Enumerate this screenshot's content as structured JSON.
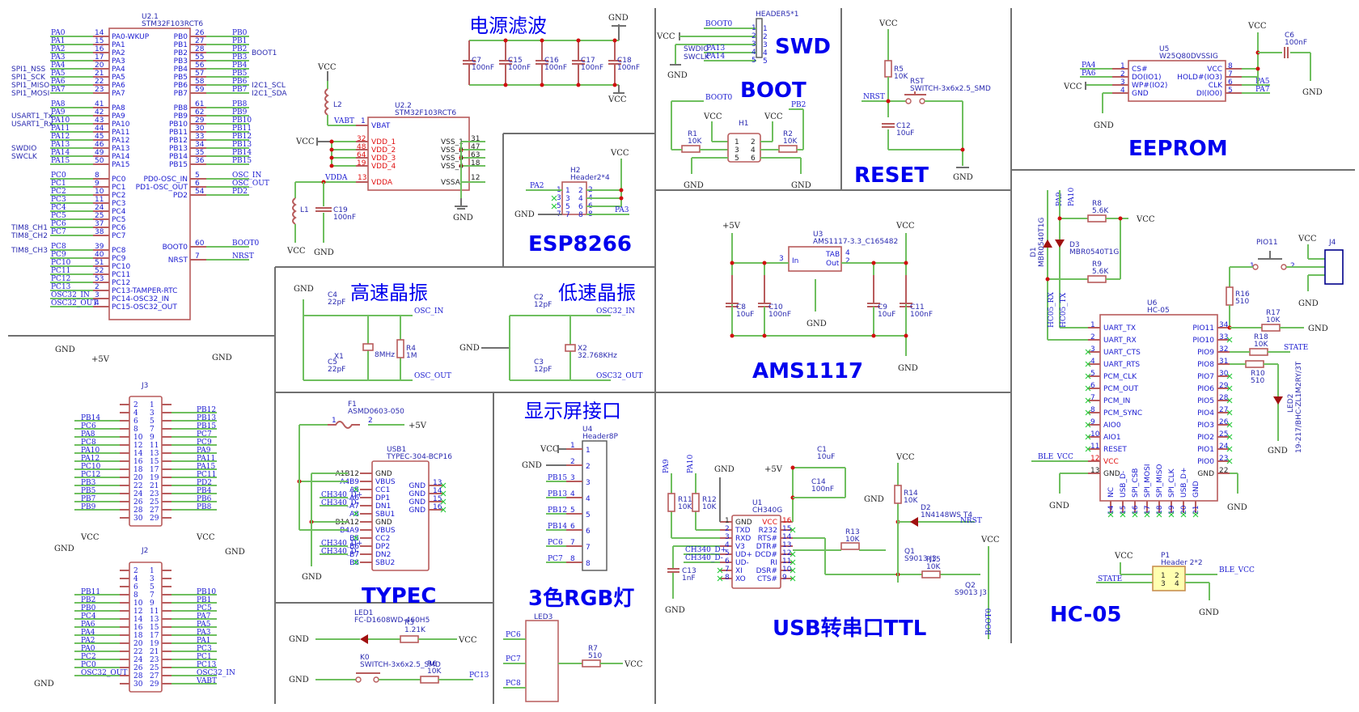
{
  "sections": {
    "power_filter": "电源滤波",
    "swd": "SWD",
    "boot": "BOOT",
    "reset": "RESET",
    "eeprom": "EEPROM",
    "esp8266": "ESP8266",
    "ams1117": "AMS1117",
    "hse": "高速晶振",
    "lse": "低速晶振",
    "typec": "TYPEC",
    "display": "显示屏接口",
    "rgb": "3色RGB灯",
    "usb_ttl": "USB转串口TTL",
    "hc05": "HC-05"
  },
  "nets": {
    "vcc": "VCC",
    "gnd": "GND",
    "p5v": "+5V",
    "nrst": "NRST",
    "boot0": "BOOT0",
    "pb2": "PB2",
    "pa13": "PA13",
    "pa14": "PA14",
    "pa2": "PA2",
    "pa3": "PA3",
    "pa4": "PA4",
    "pa5": "PA5",
    "pa6": "PA6",
    "pa7": "PA7",
    "pa9": "PA9",
    "pa10": "PA10",
    "pc6": "PC6",
    "pc7": "PC7",
    "pc8": "PC8",
    "pc13": "PC13",
    "osc_in": "OSC_IN",
    "osc_out": "OSC_OUT",
    "osc32_in": "OSC32_IN",
    "osc32_out": "OSC32_OUT",
    "vabt": "VABT",
    "vdda": "VDDA",
    "ch340_dp": "CH340_D+",
    "ch340_dm": "CH340_D-",
    "state": "STATE",
    "ble_vcc": "BLE_VCC",
    "hc05_rx": "HC05_RX",
    "hc05_tx": "HC05_TX",
    "swdio": "SWDIO",
    "swclk": "SWCLK",
    "pio11": "PIO11"
  },
  "u21": {
    "ref": "U2.1",
    "part": "STM32F103RCT6",
    "left": [
      {
        "net": "PA0",
        "num": "14",
        "name": "PA0-WKUP",
        "alias": ""
      },
      {
        "net": "PA1",
        "num": "15",
        "name": "PA1",
        "alias": ""
      },
      {
        "net": "PA2",
        "num": "16",
        "name": "PA2",
        "alias": ""
      },
      {
        "net": "PA3",
        "num": "17",
        "name": "PA3",
        "alias": ""
      },
      {
        "net": "PA4",
        "num": "20",
        "name": "PA4",
        "alias": "SPI1_NSS"
      },
      {
        "net": "PA5",
        "num": "21",
        "name": "PA5",
        "alias": "SPI1_SCK"
      },
      {
        "net": "PA6",
        "num": "22",
        "name": "PA6",
        "alias": "SPI1_MISO"
      },
      {
        "net": "PA7",
        "num": "23",
        "name": "PA7",
        "alias": "SPI1_MOSI"
      },
      {
        "net": "PA8",
        "num": "41",
        "name": "PA8",
        "alias": ""
      },
      {
        "net": "PA9",
        "num": "42",
        "name": "PA9",
        "alias": "USART1_Tx"
      },
      {
        "net": "PA10",
        "num": "43",
        "name": "PA10",
        "alias": "USART1_Rx"
      },
      {
        "net": "PA11",
        "num": "44",
        "name": "PA11",
        "alias": ""
      },
      {
        "net": "PA12",
        "num": "45",
        "name": "PA12",
        "alias": ""
      },
      {
        "net": "PA13",
        "num": "46",
        "name": "PA13",
        "alias": "SWDIO"
      },
      {
        "net": "PA14",
        "num": "49",
        "name": "PA14",
        "alias": "SWCLK"
      },
      {
        "net": "PA15",
        "num": "50",
        "name": "PA15",
        "alias": ""
      },
      {
        "net": "PC0",
        "num": "8",
        "name": "PC0",
        "alias": ""
      },
      {
        "net": "PC1",
        "num": "9",
        "name": "PC1",
        "alias": ""
      },
      {
        "net": "PC2",
        "num": "10",
        "name": "PC2",
        "alias": ""
      },
      {
        "net": "PC3",
        "num": "11",
        "name": "PC3",
        "alias": ""
      },
      {
        "net": "PC4",
        "num": "24",
        "name": "PC4",
        "alias": ""
      },
      {
        "net": "PC5",
        "num": "25",
        "name": "PC5",
        "alias": ""
      },
      {
        "net": "PC6",
        "num": "37",
        "name": "PC6",
        "alias": "TIM8_CH1"
      },
      {
        "net": "PC7",
        "num": "38",
        "name": "PC7",
        "alias": "TIM8_CH2"
      },
      {
        "net": "PC8",
        "num": "39",
        "name": "PC8",
        "alias": "TIM8_CH3"
      },
      {
        "net": "PC9",
        "num": "40",
        "name": "PC9",
        "alias": ""
      },
      {
        "net": "PC10",
        "num": "51",
        "name": "PC10",
        "alias": ""
      },
      {
        "net": "PC11",
        "num": "52",
        "name": "PC11",
        "alias": ""
      },
      {
        "net": "PC12",
        "num": "53",
        "name": "PC12",
        "alias": ""
      },
      {
        "net": "PC13",
        "num": "2",
        "name": "PC13-TAMPER-RTC",
        "alias": ""
      },
      {
        "net": "OSC32_IN",
        "num": "3",
        "name": "PC14-OSC32_IN",
        "alias": ""
      },
      {
        "net": "OSC32_OUT",
        "num": "4",
        "name": "PC15-OSC32_OUT",
        "alias": ""
      }
    ],
    "right": [
      {
        "net": "PB0",
        "num": "26",
        "name": "PB0",
        "alias": ""
      },
      {
        "net": "PB1",
        "num": "27",
        "name": "PB1",
        "alias": ""
      },
      {
        "net": "PB2",
        "num": "28",
        "name": "PB2",
        "alias": "BOOT1"
      },
      {
        "net": "PB3",
        "num": "55",
        "name": "PB3",
        "alias": ""
      },
      {
        "net": "PB4",
        "num": "56",
        "name": "PB4",
        "alias": ""
      },
      {
        "net": "PB5",
        "num": "57",
        "name": "PB5",
        "alias": ""
      },
      {
        "net": "PB6",
        "num": "58",
        "name": "PB6",
        "alias": "I2C1_SCL"
      },
      {
        "net": "PB7",
        "num": "59",
        "name": "PB7",
        "alias": "I2C1_SDA"
      },
      {
        "net": "PB8",
        "num": "61",
        "name": "PB8",
        "alias": ""
      },
      {
        "net": "PB9",
        "num": "62",
        "name": "PB9",
        "alias": ""
      },
      {
        "net": "PB10",
        "num": "29",
        "name": "PB10",
        "alias": ""
      },
      {
        "net": "PB11",
        "num": "30",
        "name": "PB11",
        "alias": ""
      },
      {
        "net": "PB12",
        "num": "33",
        "name": "PB12",
        "alias": ""
      },
      {
        "net": "PB13",
        "num": "34",
        "name": "PB13",
        "alias": ""
      },
      {
        "net": "PB14",
        "num": "35",
        "name": "PB14",
        "alias": ""
      },
      {
        "net": "PB15",
        "num": "36",
        "name": "PB15",
        "alias": ""
      },
      {
        "net": "OSC_IN",
        "num": "5",
        "name": "PD0-OSC_IN",
        "alias": ""
      },
      {
        "net": "OSC_OUT",
        "num": "6",
        "name": "PD1-OSC_OUT",
        "alias": ""
      },
      {
        "net": "PD2",
        "num": "54",
        "name": "PD2",
        "alias": ""
      },
      {
        "net": "BOOT0",
        "num": "60",
        "name": "BOOT0",
        "alias": ""
      },
      {
        "net": "NRST",
        "num": "7",
        "name": "NRST",
        "alias": ""
      }
    ]
  },
  "u22": {
    "ref": "U2.2",
    "part": "STM32F103RCT6",
    "vbat": {
      "num": "1",
      "name": "VBAT"
    },
    "vdd": [
      {
        "num": "32",
        "name": "VDD_1"
      },
      {
        "num": "48",
        "name": "VDD_2"
      },
      {
        "num": "64",
        "name": "VDD_3"
      },
      {
        "num": "19",
        "name": "VDD_4"
      }
    ],
    "vss": [
      {
        "num": "31",
        "name": "VSS_1"
      },
      {
        "num": "47",
        "name": "VSS_2"
      },
      {
        "num": "63",
        "name": "VSS_3"
      },
      {
        "num": "18",
        "name": "VSS_4"
      }
    ],
    "vdda": {
      "num": "13",
      "name": "VDDA"
    },
    "vssa": {
      "num": "12",
      "name": "VSSA"
    },
    "l1": "L1",
    "l2": "L2",
    "c19": {
      "ref": "C19",
      "val": "100nF"
    }
  },
  "filter_caps": [
    {
      "ref": "C7",
      "val": "100nF"
    },
    {
      "ref": "C15",
      "val": "100nF"
    },
    {
      "ref": "C16",
      "val": "100nF"
    },
    {
      "ref": "C17",
      "val": "100nF"
    },
    {
      "ref": "C18",
      "val": "100nF"
    }
  ],
  "swd_header": {
    "part": "HEADER5*1",
    "pins": [
      "1",
      "2",
      "3",
      "4",
      "5"
    ]
  },
  "boot_block": {
    "h1": "H1",
    "h1_pins": [
      "1",
      "2",
      "3",
      "4",
      "5",
      "6"
    ],
    "r1": {
      "ref": "R1",
      "val": "10K"
    },
    "r2": {
      "ref": "R2",
      "val": "10K"
    }
  },
  "reset_block": {
    "r5": {
      "ref": "R5",
      "val": "10K"
    },
    "sw": {
      "ref": "RST",
      "val": "SWITCH-3x6x2.5_SMD"
    },
    "c12": {
      "ref": "C12",
      "val": "10uF"
    }
  },
  "eeprom_block": {
    "ref": "U5",
    "part": "W25Q80DVSSIG",
    "left": [
      {
        "num": "1",
        "name": "CS#"
      },
      {
        "num": "2",
        "name": "DO(IO1)"
      },
      {
        "num": "3",
        "name": "WP#(IO2)"
      },
      {
        "num": "4",
        "name": "GND"
      }
    ],
    "right": [
      {
        "num": "8",
        "name": "VCC"
      },
      {
        "num": "7",
        "name": "HOLD#(IO3)"
      },
      {
        "num": "6",
        "name": "CLK"
      },
      {
        "num": "5",
        "name": "DI(IO0)"
      }
    ],
    "c6": {
      "ref": "C6",
      "val": "100nF"
    }
  },
  "esp_block": {
    "ref": "H2",
    "part": "Header2*4",
    "pins": [
      "1",
      "2",
      "3",
      "4",
      "5",
      "6",
      "7",
      "8"
    ]
  },
  "ams_block": {
    "ref": "U3",
    "part": "AMS1117-3.3_C165482",
    "pin_in": "In",
    "pin_gnd": "GND",
    "pin_tab": "TAB",
    "pin_out": "Out",
    "nums": {
      "in": "3",
      "gnd": "1",
      "tab": "4",
      "out": "2"
    },
    "caps": [
      {
        "ref": "C8",
        "val": "10uF"
      },
      {
        "ref": "C10",
        "val": "100nF"
      },
      {
        "ref": "C9",
        "val": "10uF"
      },
      {
        "ref": "C11",
        "val": "100nF"
      }
    ]
  },
  "hse_block": {
    "c4": {
      "ref": "C4",
      "val": "22pF"
    },
    "c5": {
      "ref": "C5",
      "val": "22pF"
    },
    "x1": {
      "ref": "X1",
      "val": "8MHz"
    },
    "r4": {
      "ref": "R4",
      "val": "1M"
    }
  },
  "lse_block": {
    "c2": {
      "ref": "C2",
      "val": "12pF"
    },
    "c3": {
      "ref": "C3",
      "val": "12pF"
    },
    "x2": {
      "ref": "X2",
      "val": "32.768KHz"
    }
  },
  "j3": {
    "ref": "J3",
    "left_nets": [
      "",
      "",
      "PB14",
      "PC6",
      "PA8",
      "PC8",
      "PA10",
      "PA12",
      "PC10",
      "PC12",
      "PB3",
      "PB5",
      "PB7",
      "PB9",
      ""
    ],
    "right_nets": [
      "",
      "PB12",
      "PB13",
      "PB15",
      "PC7",
      "PC9",
      "PA9",
      "PA11",
      "PA15",
      "PC11",
      "PD2",
      "PB4",
      "PB6",
      "PB8",
      ""
    ]
  },
  "j2": {
    "ref": "J2",
    "left_nets": [
      "",
      "",
      "",
      "PB11",
      "PB2",
      "PB0",
      "PC4",
      "PA6",
      "PA4",
      "PA2",
      "PA0",
      "PC2",
      "PC0",
      "OSC32_OUT",
      ""
    ],
    "right_nets": [
      "",
      "",
      "",
      "PB10",
      "PB1",
      "PC5",
      "PA7",
      "PA5",
      "PA3",
      "PA1",
      "PC3",
      "PC1",
      "PC13",
      "OSC32_IN",
      "VABT"
    ]
  },
  "typec_block": {
    "f1": {
      "ref": "F1",
      "val": "ASMD0603-050"
    },
    "ref": "USB1",
    "part": "TYPEC-304-BCP16",
    "left": [
      {
        "num": "A1B12",
        "name": "GND"
      },
      {
        "num": "A4B9",
        "name": "VBUS"
      },
      {
        "num": "A5",
        "name": "CC1"
      },
      {
        "num": "A6",
        "name": "DP1"
      },
      {
        "num": "A7",
        "name": "DN1"
      },
      {
        "num": "A8",
        "name": "SBU1"
      },
      {
        "num": "B1A12",
        "name": "GND"
      },
      {
        "num": "B4A9",
        "name": "VBUS"
      },
      {
        "num": "B5",
        "name": "CC2"
      },
      {
        "num": "B6",
        "name": "DP2"
      },
      {
        "num": "B7",
        "name": "DN2"
      },
      {
        "num": "B8",
        "name": "SBU2"
      }
    ],
    "right": [
      {
        "num": "13",
        "name": "GND"
      },
      {
        "num": "14",
        "name": "GND"
      },
      {
        "num": "15",
        "name": "GND"
      },
      {
        "num": "16",
        "name": "GND"
      }
    ]
  },
  "display_block": {
    "ref": "U4",
    "part": "Header8P",
    "pins": [
      {
        "num": "1",
        "net": "VCC"
      },
      {
        "num": "2",
        "net": "GND"
      },
      {
        "num": "3",
        "net": "PB15"
      },
      {
        "num": "4",
        "net": "PB13"
      },
      {
        "num": "5",
        "net": "PB12"
      },
      {
        "num": "6",
        "net": "PB14"
      },
      {
        "num": "7",
        "net": "PC6"
      },
      {
        "num": "8",
        "net": "PC7"
      }
    ]
  },
  "led_block": {
    "led1": {
      "ref": "LED1",
      "val": "FC-D1608WD-460H5"
    },
    "r3": {
      "ref": "R3",
      "val": "1.21K"
    },
    "k0": {
      "ref": "K0",
      "val": "SWITCH-3x6x2.5_SMD"
    },
    "r6": {
      "ref": "R6",
      "val": "10K"
    }
  },
  "rgb_block": {
    "led3": "LED3",
    "r7": {
      "ref": "R7",
      "val": "510"
    }
  },
  "usb_block": {
    "ref": "U1",
    "part": "CH340G",
    "left": [
      {
        "num": "1",
        "name": "GND"
      },
      {
        "num": "2",
        "name": "TXD"
      },
      {
        "num": "3",
        "name": "RXD"
      },
      {
        "num": "4",
        "name": "V3"
      },
      {
        "num": "5",
        "name": "UD+"
      },
      {
        "num": "6",
        "name": "UD-"
      },
      {
        "num": "7",
        "name": "XI"
      },
      {
        "num": "8",
        "name": "XO"
      }
    ],
    "right": [
      {
        "num": "16",
        "name": "VCC"
      },
      {
        "num": "15",
        "name": "R232"
      },
      {
        "num": "14",
        "name": "RTS#"
      },
      {
        "num": "13",
        "name": "DTR#"
      },
      {
        "num": "12",
        "name": "DCD#"
      },
      {
        "num": "11",
        "name": "RI"
      },
      {
        "num": "10",
        "name": "DSR#"
      },
      {
        "num": "9",
        "name": "CTS#"
      }
    ],
    "r11": {
      "ref": "R11",
      "val": "10K"
    },
    "r12": {
      "ref": "R12",
      "val": "10K"
    },
    "r13": {
      "ref": "R13",
      "val": "10K"
    },
    "r14": {
      "ref": "R14",
      "val": "10K"
    },
    "r15": {
      "ref": "R15",
      "val": "10K"
    },
    "c1": {
      "ref": "C1",
      "val": "10uF"
    },
    "c14": {
      "ref": "C14",
      "val": "100nF"
    },
    "c13": {
      "ref": "C13",
      "val": "1nF"
    },
    "d2": {
      "ref": "D2",
      "val": "1N4148WS T4"
    },
    "q1": {
      "ref": "Q1",
      "val": "S9013 J3"
    },
    "q2": {
      "ref": "Q2",
      "val": "S9013 J3"
    }
  },
  "hc05_block": {
    "ref": "U6",
    "part": "HC-05",
    "left": [
      {
        "num": "1",
        "name": "UART_TX"
      },
      {
        "num": "2",
        "name": "UART_RX"
      },
      {
        "num": "3",
        "name": "UART_CTS"
      },
      {
        "num": "4",
        "name": "UART_RTS"
      },
      {
        "num": "5",
        "name": "PCM_CLK"
      },
      {
        "num": "6",
        "name": "PCM_OUT"
      },
      {
        "num": "7",
        "name": "PCM_IN"
      },
      {
        "num": "8",
        "name": "PCM_SYNC"
      },
      {
        "num": "9",
        "name": "AIO0"
      },
      {
        "num": "10",
        "name": "AIO1"
      },
      {
        "num": "11",
        "name": "RESET"
      },
      {
        "num": "12",
        "name": "VCC"
      },
      {
        "num": "13",
        "name": "GND"
      }
    ],
    "right": [
      {
        "num": "34",
        "name": "PIO11"
      },
      {
        "num": "33",
        "name": "PIO10"
      },
      {
        "num": "32",
        "name": "PIO9"
      },
      {
        "num": "31",
        "name": "PIO8"
      },
      {
        "num": "30",
        "name": "PIO7"
      },
      {
        "num": "29",
        "name": "PIO6"
      },
      {
        "num": "28",
        "name": "PIO5"
      },
      {
        "num": "27",
        "name": "PIO4"
      },
      {
        "num": "26",
        "name": "PIO3"
      },
      {
        "num": "25",
        "name": "PIO2"
      },
      {
        "num": "24",
        "name": "PIO1"
      },
      {
        "num": "23",
        "name": "PIO0"
      },
      {
        "num": "22",
        "name": "GND"
      }
    ],
    "bottom": [
      {
        "num": "14",
        "name": "NC"
      },
      {
        "num": "15",
        "name": "USB_D-"
      },
      {
        "num": "16",
        "name": "SPI_CSB"
      },
      {
        "num": "17",
        "name": "SPI_MOSI"
      },
      {
        "num": "18",
        "name": "SPI_MISO"
      },
      {
        "num": "19",
        "name": "SPI_CLK"
      },
      {
        "num": "20",
        "name": "USB_D+"
      },
      {
        "num": "21",
        "name": "GND"
      }
    ],
    "d1": {
      "ref": "D1",
      "val": "MBR0540T1G"
    },
    "d3": {
      "ref": "D3",
      "val": "MBR0540T1G"
    },
    "r8": {
      "ref": "R8",
      "val": "5.6K"
    },
    "r9": {
      "ref": "R9",
      "val": "5.6K"
    },
    "r16": {
      "ref": "R16",
      "val": "510"
    },
    "r17": {
      "ref": "R17",
      "val": "10K"
    },
    "r18": {
      "ref": "R18",
      "val": "10K"
    },
    "r10": {
      "ref": "R10",
      "val": "510"
    },
    "led2": {
      "ref": "LED2",
      "val": "19-217/BHC-ZL1M2RY/3T"
    },
    "j4": "J4",
    "sw_pins": [
      "1",
      "2"
    ],
    "p1": {
      "ref": "P1",
      "val": "Header 2*2",
      "pins": [
        "1",
        "2",
        "3",
        "4"
      ]
    }
  }
}
